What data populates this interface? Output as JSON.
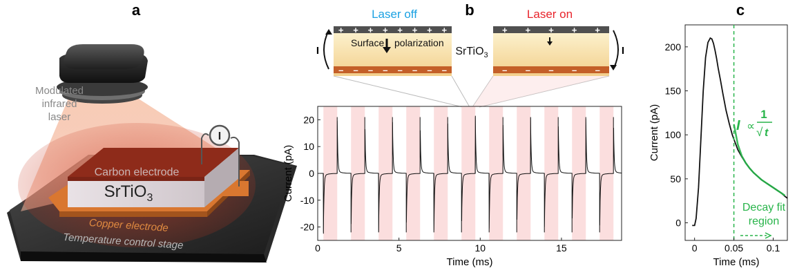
{
  "panels": {
    "a": {
      "label": "a",
      "laser_label": [
        "Modulated",
        "infrared",
        "laser"
      ],
      "current_symbol": "I",
      "carbon": "Carbon electrode",
      "srtio3_base": "SrTiO",
      "srtio3_sub": "3",
      "copper": "Copper electrode",
      "stage": "Temperature control stage"
    },
    "b": {
      "label": "b",
      "laser_off": "Laser off",
      "laser_on": "Laser on",
      "surface_left": "Surface",
      "surface_right": "polarization",
      "material_base": "SrTiO",
      "material_sub": "3",
      "current_symbol": "I",
      "plus": "+",
      "minus": "–",
      "colors": {
        "laser_off": "#1ba1e2",
        "laser_on": "#e8232b",
        "shade": "#fbdede"
      }
    },
    "c": {
      "label": "c",
      "fit_I": "I",
      "fit_prop": "∝",
      "fit_num": "1",
      "fit_sqrt": "√",
      "fit_t": "t",
      "decay_1": "Decay fit",
      "decay_2": "region",
      "colors": {
        "fit": "#28b44a"
      }
    }
  },
  "chart_data": [
    {
      "type": "line",
      "title": "",
      "xlabel": "Time (ms)",
      "ylabel": "Current (pA)",
      "xlim": [
        0,
        18.7
      ],
      "ylim": [
        -25,
        25
      ],
      "xticks": [
        0,
        5,
        10,
        15
      ],
      "xtick_labels": [
        "0",
        "5",
        "10",
        "15"
      ],
      "yticks": [
        -20,
        -10,
        0,
        10,
        20
      ],
      "ytick_labels": [
        "-20",
        "-10",
        "0",
        "10",
        "20"
      ],
      "period_ms": 1.7,
      "shaded_intervals": [
        [
          0.35,
          1.2
        ],
        [
          2.05,
          2.9
        ],
        [
          3.75,
          4.6
        ],
        [
          5.45,
          6.3
        ],
        [
          7.15,
          8.0
        ],
        [
          8.85,
          9.7
        ],
        [
          10.55,
          11.4
        ],
        [
          12.25,
          13.1
        ],
        [
          13.95,
          14.8
        ],
        [
          15.65,
          16.5
        ],
        [
          17.35,
          18.2
        ]
      ],
      "series": [
        {
          "name": "current",
          "positive_spike_times": [
            1.2,
            2.9,
            4.6,
            6.3,
            8.0,
            9.7,
            11.4,
            13.1,
            14.8,
            16.5,
            18.2
          ],
          "positive_spike_peak": 21,
          "negative_spike_times": [
            0.35,
            2.05,
            3.75,
            5.45,
            7.15,
            8.85,
            10.55,
            12.25,
            13.95,
            15.65,
            17.35
          ],
          "negative_spike_peak": -22,
          "baseline": 0
        }
      ]
    },
    {
      "type": "line",
      "title": "",
      "xlabel": "Time (ms)",
      "ylabel": "Current (pA)",
      "xlim": [
        -0.012,
        0.118
      ],
      "ylim": [
        -20,
        225
      ],
      "xticks": [
        0,
        0.05,
        0.1
      ],
      "xtick_labels": [
        "0",
        "0.05",
        "0.1"
      ],
      "yticks": [
        0,
        50,
        100,
        150,
        200
      ],
      "ytick_labels": [
        "0",
        "50",
        "100",
        "150",
        "200"
      ],
      "series": [
        {
          "name": "measured",
          "x": [
            -0.003,
            0.0,
            0.002,
            0.005,
            0.008,
            0.011,
            0.014,
            0.017,
            0.02,
            0.022,
            0.024,
            0.026,
            0.028,
            0.03,
            0.033,
            0.036,
            0.04,
            0.044,
            0.048,
            0.05,
            0.055,
            0.06,
            0.065,
            0.07,
            0.075,
            0.08,
            0.085,
            0.09,
            0.095,
            0.1,
            0.105,
            0.11,
            0.115,
            0.118
          ],
          "y": [
            -3,
            -3,
            5,
            40,
            95,
            150,
            188,
            205,
            210,
            209,
            204,
            196,
            187,
            176,
            162,
            147,
            128,
            113,
            100,
            95,
            83,
            75,
            68,
            62,
            57,
            53,
            49,
            46,
            43,
            40,
            37,
            34,
            30,
            28
          ]
        },
        {
          "name": "fit",
          "x": [
            0.05,
            0.055,
            0.06,
            0.065,
            0.07,
            0.075,
            0.08,
            0.085,
            0.09,
            0.095,
            0.1,
            0.105,
            0.11,
            0.115
          ],
          "y": [
            112,
            89,
            76,
            68,
            62,
            57,
            53,
            49,
            46,
            43,
            40,
            37,
            34,
            31
          ]
        }
      ],
      "marker_x": 0.05
    }
  ]
}
